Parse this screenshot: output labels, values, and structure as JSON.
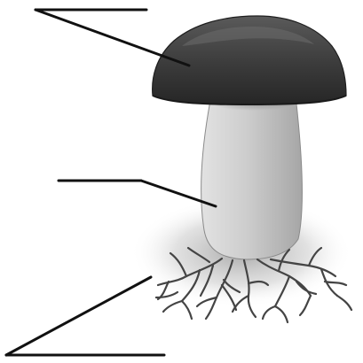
{
  "figure": {
    "subject": "mushroom",
    "parts": [
      {
        "id": "cap",
        "color": "#3a3a3a"
      },
      {
        "id": "stem",
        "color": "#c8c8c8"
      },
      {
        "id": "mycelium",
        "color": "#4a4a4a"
      }
    ],
    "leader_lines": [
      {
        "points_to": "cap",
        "label": ""
      },
      {
        "points_to": "stem",
        "label": ""
      },
      {
        "points_to": "mycelium",
        "label": ""
      }
    ],
    "colors": {
      "line": "#111111",
      "cap_highlight": "#5e5e5e",
      "stem_shade": "#a9a9a9",
      "ground_shadow": "#bdbdbd"
    }
  }
}
